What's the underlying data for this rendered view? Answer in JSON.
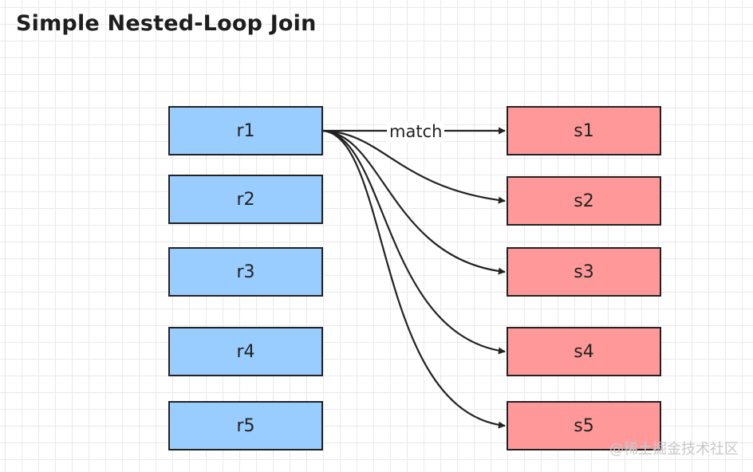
{
  "title": "Simple Nested-Loop Join",
  "left_table": [
    "r1",
    "r2",
    "r3",
    "r4",
    "r5"
  ],
  "right_table": [
    "s1",
    "s2",
    "s3",
    "s4",
    "s5"
  ],
  "edge_label": "match",
  "watermark": "@稀土掘金技术社区",
  "colors": {
    "left_fill": "#99ccff",
    "right_fill": "#ff9999",
    "stroke": "#222222"
  }
}
